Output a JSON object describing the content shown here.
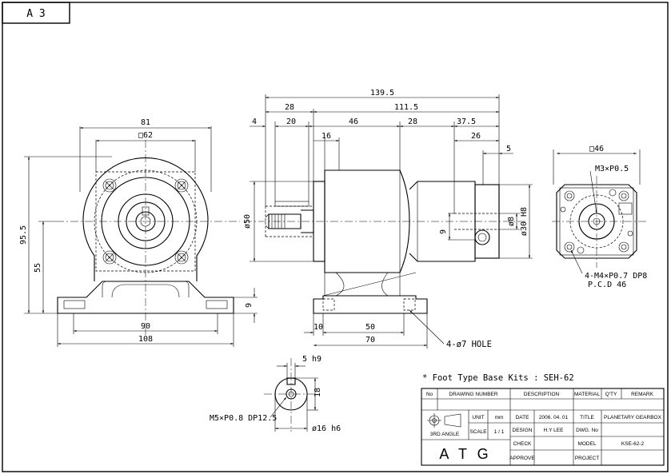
{
  "sheet": {
    "size_label": "A 3"
  },
  "front_view": {
    "width_top": "81",
    "square": "□62",
    "height_total": "95.5",
    "height_center": "55",
    "foot_height": "9",
    "hole_span": "90",
    "base_width": "108"
  },
  "side_view": {
    "total_length": "139.5",
    "d_28": "28",
    "d_111_5": "111.5",
    "d_4": "4",
    "d_20": "20",
    "d_46": "46",
    "d_28b": "28",
    "d_37_5": "37.5",
    "d_16": "16",
    "d_26": "26",
    "d_5": "5",
    "dia_50": "ø50",
    "dia_8": "ø8",
    "dia_30": "ø30 H8",
    "d_9": "9",
    "d_10": "10",
    "d_50": "50",
    "d_70": "70",
    "hole_note": "4-ø7 HOLE"
  },
  "flange_view": {
    "square": "□46",
    "tap_m3": "M3×P0.5",
    "tap_m4": "4-M4×P0.7 DP8",
    "pcd": "P.C.D 46"
  },
  "shaft_detail": {
    "key": "5 h9",
    "height": "18",
    "dia": "ø16 h6",
    "tap": "M5×P0.8 DP12.5"
  },
  "foot_note": "* Foot Type Base Kits : SEH-62",
  "title_block": {
    "headers": [
      "No",
      "DRAWING NUMBER",
      "DESCRIPTION",
      "MATERIAL",
      "Q'TY",
      "REMARK"
    ],
    "angle_label": "3RD ANGLE",
    "unit_label": "UNIT",
    "unit_value": "mm",
    "scale_label": "SCALE",
    "scale_value": "1 / 1",
    "date_label": "DATE",
    "date_value": "2006. 04. 01",
    "design_label": "DESIGN",
    "design_value": "H.Y LEE",
    "check_label": "CHECK",
    "approve_label": "APPROVE",
    "title_label": "TITLE",
    "title_value": "PLANETARY GEARBOX",
    "dwg_label": "DWG. No",
    "dwg_value": "",
    "model_label": "MODEL",
    "model_value": "KSE-62-2",
    "project_label": "PROJECT",
    "project_value": "",
    "company": "A T G"
  }
}
